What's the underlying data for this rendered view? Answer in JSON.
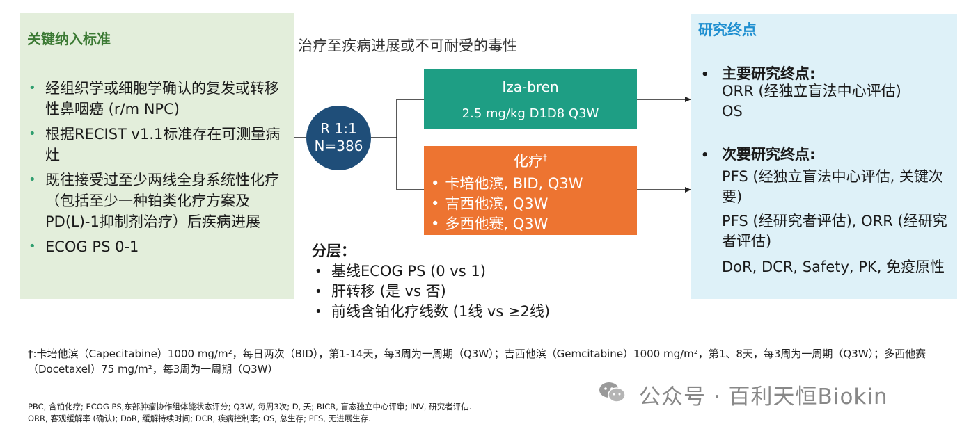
{
  "criteria": {
    "title": "关键纳入标准",
    "items": [
      "经组织学或细胞学确认的复发或转移性鼻咽癌 (r/m NPC)",
      "根据RECIST v1.1标准存在可测量病灶",
      "既往接受过至少两线全身系统性化疗（包括至少一种铂类化疗方案及PD(L)-1抑制剂治疗）后疾病进展",
      "ECOG  PS 0-1"
    ]
  },
  "design": {
    "treatment_label": "治疗至疾病进展或不可耐受的毒性",
    "rand_line1": "R 1:1",
    "rand_line2": "N=386",
    "arm1": {
      "name": "Iza-bren",
      "dose": "2.5 mg/kg D1D8 Q3W"
    },
    "arm2": {
      "title": "化疗",
      "title_mark": "†",
      "items": [
        "卡培他滨, BID, Q3W",
        "吉西他滨, Q3W",
        "多西他赛, Q3W"
      ]
    },
    "strata": {
      "title": "分层：",
      "items": [
        "基线ECOG PS (0 vs 1)",
        "肝转移 (是 vs 否)",
        "前线含铂化疗线数 (1线 vs ≥2线)"
      ]
    }
  },
  "endpoints": {
    "title": "研究终点",
    "primary_label": "主要研究终点:",
    "primary": [
      "ORR (经独立盲法中心评估)",
      "OS"
    ],
    "secondary_label": "次要研究终点:",
    "secondary": [
      "PFS (经独立盲法中心评估, 关键次要)",
      "PFS (经研究者评估), ORR (经研究者评估)",
      "DoR, DCR, Safety, PK, 免疫原性"
    ]
  },
  "footnote": {
    "mark": "†",
    "text": ":卡培他滨（Capecitabine）1000 mg/m²，每日两次（BID），第1-14天，每3周为一周期（Q3W）；吉西他滨（Gemcitabine）1000 mg/m²，第1、8天，每3周为一周期（Q3W）；多西他赛（Docetaxel）75 mg/m²，每3周为一周期（Q3W）"
  },
  "abbreviations": {
    "line1": "PBC, 含铂化疗; ECOG PS,东部肿瘤协作组体能状态评分; Q3W, 每周3次; D, 天; BICR, 盲态独立中心评审; INV, 研究者评估.",
    "line2": "ORR, 客观缓解率 (确认); DoR, 缓解持续时间; DCR, 疾病控制率; OS, 总生存; PFS, 无进展生存."
  },
  "watermark": "公众号 · 百利天恒Biokin",
  "colors": {
    "criteria_bg": "#e3eedb",
    "criteria_title": "#3c7a34",
    "rand_circle": "#1f4e79",
    "arm1": "#1e9e84",
    "arm2": "#ed7431",
    "endpoints_bg": "#def1f8",
    "endpoints_title": "#1f8fd0"
  },
  "icons": {
    "watermark_icon": "wechat-icon"
  }
}
